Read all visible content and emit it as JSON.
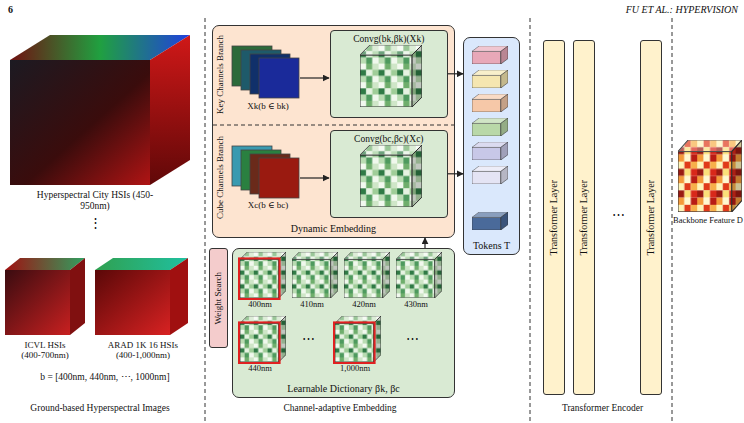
{
  "diagram": {
    "nodes": [
      {
        "text": [
          "Dynamic Embedding"
        ]
      },
      {
        "text": [
          "Convg(bk,βk)(Xk)"
        ],
        "in": 0
      },
      {
        "text": [
          "Convg(bc,βc)(Xc)"
        ],
        "in": 0
      },
      {
        "text": [
          "Weight Search"
        ]
      },
      {
        "text": [
          "Learnable Dictionary βk, βc"
        ]
      },
      {
        "text": [
          "Tokens T"
        ]
      },
      {
        "text": [
          "Transformer Layer"
        ]
      },
      {
        "text": [
          "Transformer Layer"
        ]
      },
      {
        "text": [
          "Transformer Layer"
        ]
      }
    ],
    "edges": [
      {
        "from": 1,
        "to": 5,
        "arrow": "to"
      },
      {
        "from": 2,
        "to": 5,
        "arrow": "to"
      },
      {
        "from": 4,
        "to": 0,
        "arrow": "to"
      }
    ],
    "labels": [
      "6",
      "FU ET AL.: HYPERVISION",
      "Hyperspectral City HSIs (450-950nm)",
      "⋮",
      "ICVL HSIs (400-700nm)",
      "ARAD 1K 16 HSIs (400-1,000nm)",
      "b = [400nm, 440nm, ⋯, 1000nm]",
      "Ground-based Hyperspectral Images",
      "Key Channels Branch",
      "Xk(b ∈ bk)",
      "Cube Channels Branch",
      "Xc(b ∈ bc)",
      "400nm",
      "410nm",
      "420nm",
      "430nm",
      "440nm",
      "⋯",
      "1,000nm",
      "⋯",
      "Channel-adaptive Embedding",
      "⋯",
      "Transformer Encoder",
      "Backbone Feature D"
    ]
  }
}
